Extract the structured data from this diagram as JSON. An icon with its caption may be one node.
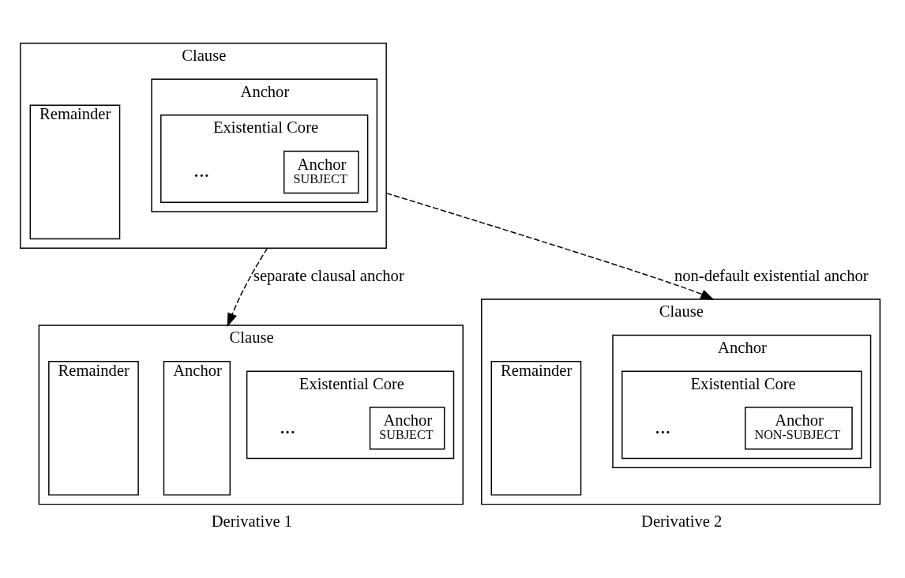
{
  "diagram": {
    "nodes": [
      {
        "text": [
          "Clause"
        ]
      },
      {
        "text": [
          "Anchor"
        ],
        "in": 0
      },
      {
        "text": [
          "Existential Core"
        ],
        "in": 1
      },
      {
        "text": [
          "Anchor",
          "SUBJECT"
        ],
        "in": 2
      },
      {
        "text": [
          "Remainder"
        ],
        "in": 0
      },
      {
        "text": [
          "Clause"
        ],
        "beside": [
          "Derivative 1"
        ]
      },
      {
        "text": [
          "Anchor"
        ],
        "in": 5
      },
      {
        "text": [
          "Existential Core"
        ],
        "in": 5
      },
      {
        "text": [
          "Anchor",
          "SUBJECT"
        ],
        "in": 7
      },
      {
        "text": [
          "Remainder"
        ],
        "in": 5
      },
      {
        "text": [
          "Clause"
        ],
        "beside": [
          "Derivative 2"
        ]
      },
      {
        "text": [
          "Anchor"
        ],
        "in": 10
      },
      {
        "text": [
          "Existential Core"
        ],
        "in": 11
      },
      {
        "text": [
          "Anchor",
          "NON-SUBJECT"
        ],
        "in": 12
      },
      {
        "text": [
          "Remainder"
        ],
        "in": 10
      }
    ],
    "edges": [
      {
        "from": 0,
        "to": 5,
        "arrow": "to",
        "label": "separate clausal anchor",
        "style": "dashed"
      },
      {
        "from": 0,
        "to": 10,
        "arrow": "to",
        "label": "non-default existential anchor",
        "style": "dashed"
      }
    ],
    "labels": [
      "...",
      "...",
      "..."
    ]
  }
}
